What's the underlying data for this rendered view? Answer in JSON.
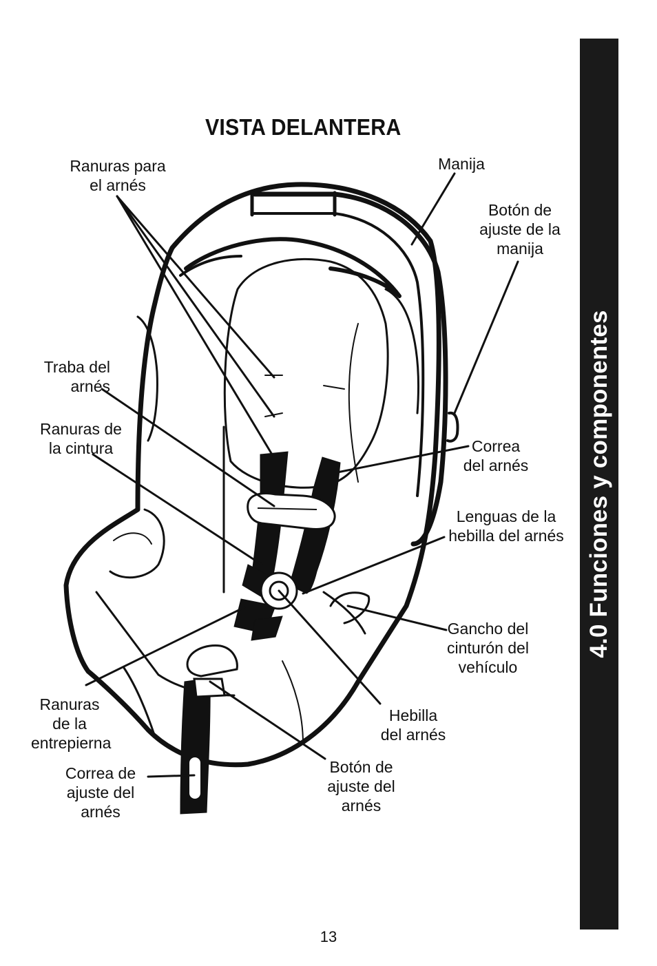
{
  "sidebar": {
    "section_title": "4.0 Funciones y componentes"
  },
  "figure": {
    "title": "VISTA DELANTERA",
    "labels": {
      "harness_slots": "Ranuras para\nel arnés",
      "handle": "Manija",
      "handle_adjust_button": "Botón de\najuste de la\nmanija",
      "harness_clip": "Traba del\narnés",
      "waist_slots": "Ranuras de\nla cintura",
      "harness_strap": "Correa\ndel arnés",
      "buckle_tongues": "Lenguas de la\nhebilla del arnés",
      "belt_hook": "Gancho del\ncinturón del\nvehículo",
      "crotch_slots": "Ranuras\nde la\nentrepierna",
      "buckle": "Hebilla\ndel arnés",
      "adjust_strap": "Correa de\najuste del\narnés",
      "adjust_button": "Botón de\najuste del\narnés"
    }
  },
  "footer": {
    "page_number": "13"
  }
}
